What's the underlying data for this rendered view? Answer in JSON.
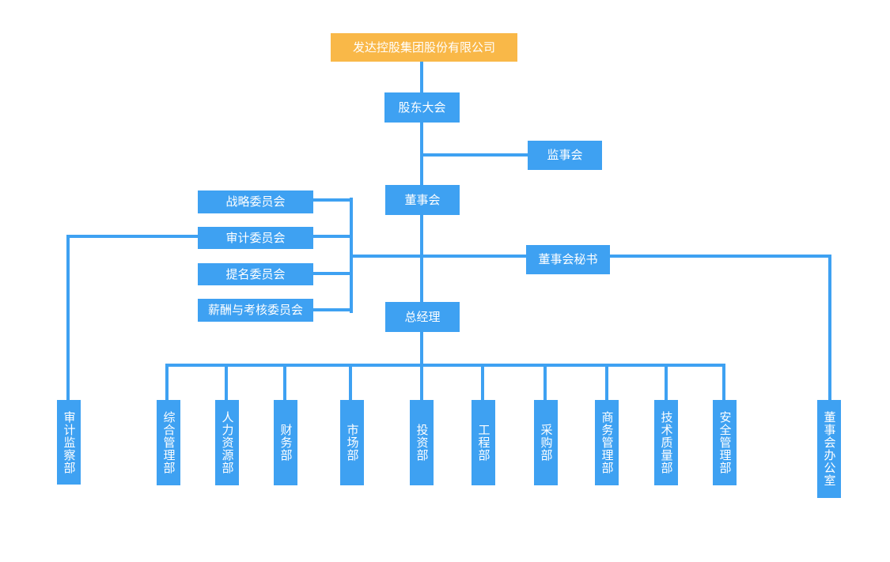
{
  "colors": {
    "node": "#3ea1f2",
    "root": "#f9b848",
    "line": "#3ea1f2",
    "text": "#ffffff"
  },
  "nodes": {
    "company": "发达控股集团股份有限公司",
    "shareholders": "股东大会",
    "supervisors": "监事会",
    "board": "董事会",
    "board_secretary": "董事会秘书",
    "general_manager": "总经理",
    "committees": [
      "战略委员会",
      "审计委员会",
      "提名委员会",
      "薪酬与考核委员会"
    ],
    "audit_dept": "审计监察部",
    "board_office": "董事会办公室",
    "departments": [
      "综合管理部",
      "人力资源部",
      "财务部",
      "市场部",
      "投资部",
      "工程部",
      "采购部",
      "商务管理部",
      "技术质量部",
      "安全管理部"
    ]
  }
}
